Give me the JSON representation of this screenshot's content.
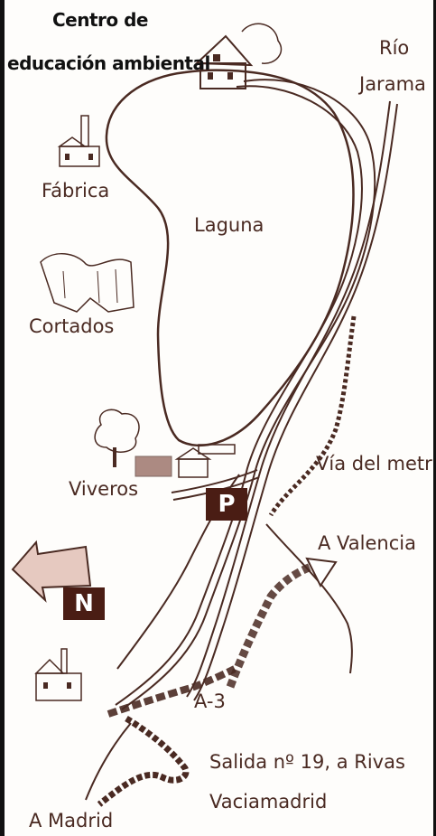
{
  "title": {
    "line1": "Centro de",
    "line2": "educación ambiental"
  },
  "labels": {
    "rio": "Río",
    "jarama": "Jarama",
    "fabrica": "Fábrica",
    "laguna": "Laguna",
    "cortados": "Cortados",
    "viveros": "Viveros",
    "via_metro": "Vía del metr",
    "a_valencia": "A Valencia",
    "a3": "A-3",
    "salida_line1": "Salida nº 19, a Rivas",
    "salida_line2": "Vaciamadrid",
    "a_madrid": "A Madrid"
  },
  "badges": {
    "parking": "P",
    "north": "N"
  },
  "colors": {
    "ink": "#4a2a22",
    "badge": "#4a1d14",
    "arrow_fill": "#e6c9c0"
  }
}
